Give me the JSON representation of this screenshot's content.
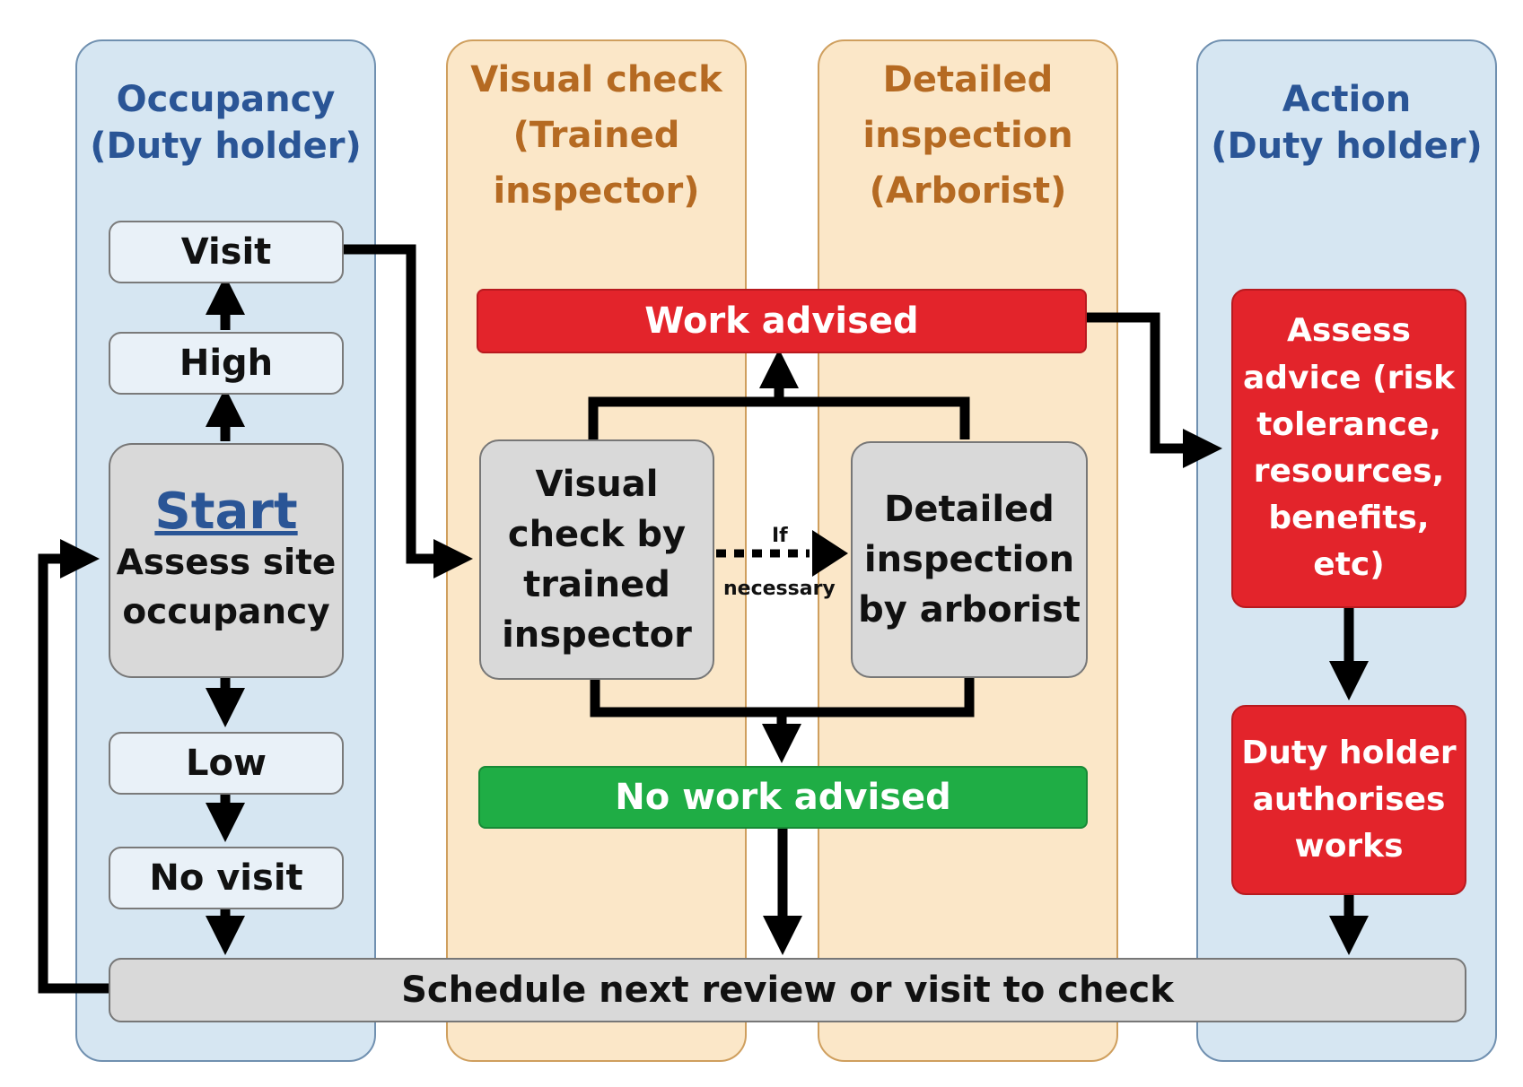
{
  "lanes": {
    "occupancy": {
      "title_line1": "Occupancy",
      "title_line2": "(Duty holder)"
    },
    "visual": {
      "title_line1": "Visual check",
      "title_line2": "(Trained",
      "title_line3": "inspector)"
    },
    "detailed": {
      "title_line1": "Detailed",
      "title_line2": "inspection",
      "title_line3": "(Arborist)"
    },
    "action": {
      "title_line1": "Action",
      "title_line2": "(Duty holder)"
    }
  },
  "nodes": {
    "visit": "Visit",
    "high": "High",
    "start_title": "Start",
    "start_line1": "Assess site",
    "start_line2": "occupancy",
    "low": "Low",
    "no_visit": "No visit",
    "work_advised": "Work advised",
    "visual_line1": "Visual",
    "visual_line2": "check by",
    "visual_line3": "trained",
    "visual_line4": "inspector",
    "detailed_line1": "Detailed",
    "detailed_line2": "inspection",
    "detailed_line3": "by arborist",
    "no_work_advised": "No work advised",
    "assess_line1": "Assess",
    "assess_line2": "advice (risk",
    "assess_line3": "tolerance,",
    "assess_line4": "resources,",
    "assess_line5": "benefits,",
    "assess_line6": "etc)",
    "authorise_line1": "Duty holder",
    "authorise_line2": "authorises",
    "authorise_line3": "works",
    "schedule": "Schedule next review or visit to check"
  },
  "labels": {
    "if": "If",
    "necessary": "necessary"
  },
  "colors": {
    "lane_blue": "#d6e6f2",
    "lane_tan": "#fbe7c8",
    "title_blue": "#2a5596",
    "title_brown": "#b56a22",
    "red": "#e3242b",
    "green": "#1fad45",
    "grey": "#d9d9d9"
  }
}
